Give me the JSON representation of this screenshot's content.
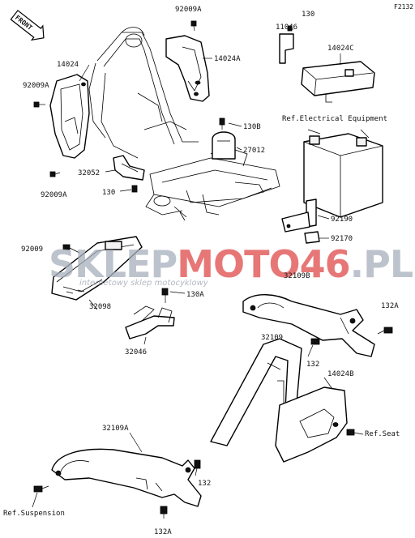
{
  "page_code": "F2132",
  "front_label": "FRONT",
  "watermark": {
    "part1": "SKLEP",
    "part2": "MOTO",
    "part3": "46",
    "part4": ".PL",
    "tagline": "internetowy sklep motocyklowy",
    "color_grey": "#a8b0bb",
    "color_red": "#e04a4a"
  },
  "refs": {
    "electrical": "Ref.Electrical Equipment",
    "seat": "Ref.Seat",
    "suspension": "Ref.Suspension"
  },
  "labels": {
    "p92009A_top": "92009A",
    "p130_top": "130",
    "p11046": "11046",
    "p14024C": "14024C",
    "p14024A": "14024A",
    "p14024": "14024",
    "p92009A_left": "92009A",
    "p92009A_bottom": "92009A",
    "p130B": "130B",
    "p27012": "27012",
    "p32052": "32052",
    "p130_mid": "130",
    "p92190": "92190",
    "p92170": "92170",
    "p92009": "92009",
    "p32098": "32098",
    "p130A": "130A",
    "p32109B": "32109B",
    "p132A_right": "132A",
    "p32046": "32046",
    "p32109": "32109",
    "p132_right": "132",
    "p14024B": "14024B",
    "p32109A": "32109A",
    "p132_bottom": "132",
    "p132A_bottom": "132A"
  }
}
